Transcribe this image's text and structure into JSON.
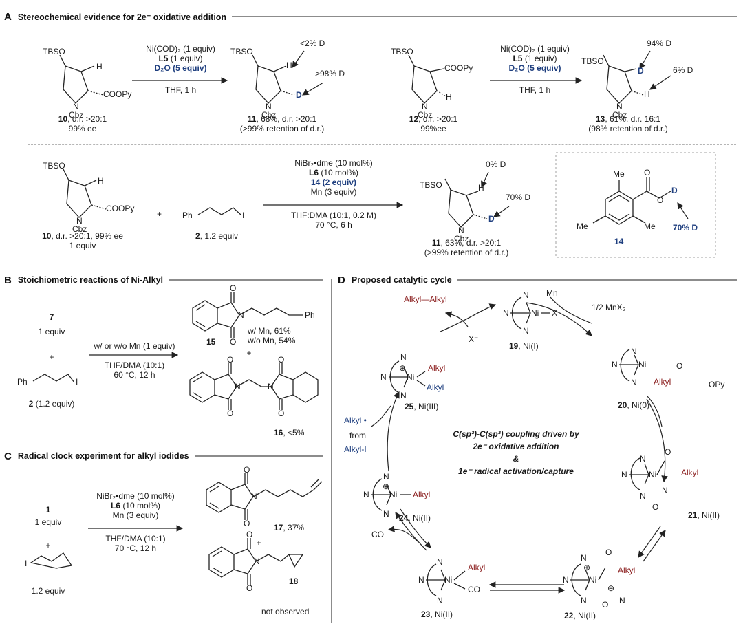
{
  "sections": {
    "A": {
      "letter": "A",
      "title": "Stereochemical evidence for 2e⁻ oxidative addition"
    },
    "B": {
      "letter": "B",
      "title": "Stoichiometric reactions of Ni-Alkyl"
    },
    "C": {
      "letter": "C",
      "title": "Radical clock experiment for alkyl iodides"
    },
    "D": {
      "letter": "D",
      "title": "Proposed catalytic cycle"
    }
  },
  "A": {
    "r1": {
      "sm_caption_line1_num": "10",
      "sm_caption_line1_rest": ", d.r. >20:1",
      "sm_caption_line2": "99% ee",
      "cond1": "Ni(COD)₂ (1 equiv)",
      "cond2_b": "L5",
      "cond2_rest": " (1 equiv)",
      "cond3": "D₂O (5 equiv)",
      "cond4": "THF, 1 h",
      "prod_caption_num": "11",
      "prod_caption_rest": ", 68%, d.r. >20:1",
      "prod_caption2": "(>99% retention of d.r.)",
      "ann_top": "<2% D",
      "ann_side": ">98% D"
    },
    "r2": {
      "sm_caption_num": "12",
      "sm_caption_rest": ", d.r. >20:1",
      "sm_caption2": "99%ee",
      "cond1": "Ni(COD)₂ (1 equiv)",
      "cond2_b": "L5",
      "cond2_rest": " (1 equiv)",
      "cond3": "D₂O (5 equiv)",
      "cond4": "THF, 1 h",
      "prod_caption_num": "13",
      "prod_caption_rest": ", 61%, d.r. 16:1",
      "prod_caption2": "(98% retention of d.r.)",
      "ann_top": "94% D",
      "ann_side": "6% D"
    },
    "r3": {
      "sm_caption_num": "10",
      "sm_caption_rest": ", d.r. >20:1, 99% ee",
      "sm_caption2": "1 equiv",
      "plus": "+",
      "iodide_caption_num": "2",
      "iodide_caption_rest": ", 1.2 equiv",
      "cond1": "NiBr₂•dme (10 mol%)",
      "cond2_b": "L6",
      "cond2_rest": " (10 mol%)",
      "cond3": "14 (2 equiv)",
      "cond4": "Mn (3 equiv)",
      "cond5": "THF:DMA (10:1, 0.2 M)",
      "cond6": "70 °C, 6 h",
      "prod_caption_num": "11",
      "prod_caption_rest": ", 63%, d.r. >20:1",
      "prod_caption2": "(>99% retention of d.r.)",
      "ann_top": "0% D",
      "ann_side": "70% D",
      "box_compound": "14",
      "box_ann": "70% D"
    },
    "atoms": {
      "tbso": "TBSO",
      "h": "H",
      "d": "D",
      "n": "N",
      "cbz": "Cbz",
      "coopy": "COOPy",
      "ph": "Ph",
      "i": "I",
      "me": "Me",
      "o": "O"
    }
  },
  "B": {
    "reagent": "7",
    "reagent_equiv": "1 equiv",
    "plus": "+",
    "iodide_caption": "2 (1.2 equiv)",
    "iodide_num": "2",
    "iodide_rest": " (1.2 equiv)",
    "cond1": "w/ or w/o Mn (1 equiv)",
    "cond2": "THF/DMA (10:1)",
    "cond3": "60 °C, 12 h",
    "p15": "15",
    "p15_y1": "w/ Mn, 61%",
    "p15_y2": "w/o Mn, 54%",
    "plus2": "+",
    "p16": "16",
    "p16_rest": ", <5%"
  },
  "C": {
    "reagent": "1",
    "reagent_equiv": "1 equiv",
    "plus": "+",
    "iodide_equiv": "1.2 equiv",
    "cond1": "NiBr₂•dme (10 mol%)",
    "cond2_b": "L6",
    "cond2_rest": " (10 mol%)",
    "cond3": "Mn (3 equiv)",
    "cond4": "THF/DMA (10:1)",
    "cond5": "70 °C, 12 h",
    "p17": "17",
    "p17_rest": ", 37%",
    "plus2": "+",
    "p18": "18",
    "p18_note": "not observed"
  },
  "D": {
    "center1": "C(sp³)-C(sp³) coupling driven by",
    "center2": "2e⁻ oxidative addition",
    "center3": "&",
    "center4": "1e⁻ radical activation/capture",
    "alkyl": "Alkyl",
    "alkyl_alkyl": "Alkyl—Alkyl",
    "xminus": "X⁻",
    "x": "X",
    "mn": "Mn",
    "half_mnx2": "1/2 MnX₂",
    "opy": "OPy",
    "co": "CO",
    "alkyl_radical": "Alkyl •",
    "from": "from",
    "alkyl_i": "Alkyl-I",
    "n": "N",
    "ni": "Ni",
    "o": "O",
    "c19": "19",
    "c19_rest": ", Ni(I)",
    "c20": "20",
    "c20_rest": ", Ni(0)",
    "c21": "21",
    "c21_rest": ", Ni(II)",
    "c22": "22",
    "c22_rest": ", Ni(II)",
    "c23": "23",
    "c23_rest": ", Ni(II)",
    "c24": "24",
    "c24_rest": ", Ni(II)",
    "c25": "25",
    "c25_rest": ", Ni(III)"
  }
}
